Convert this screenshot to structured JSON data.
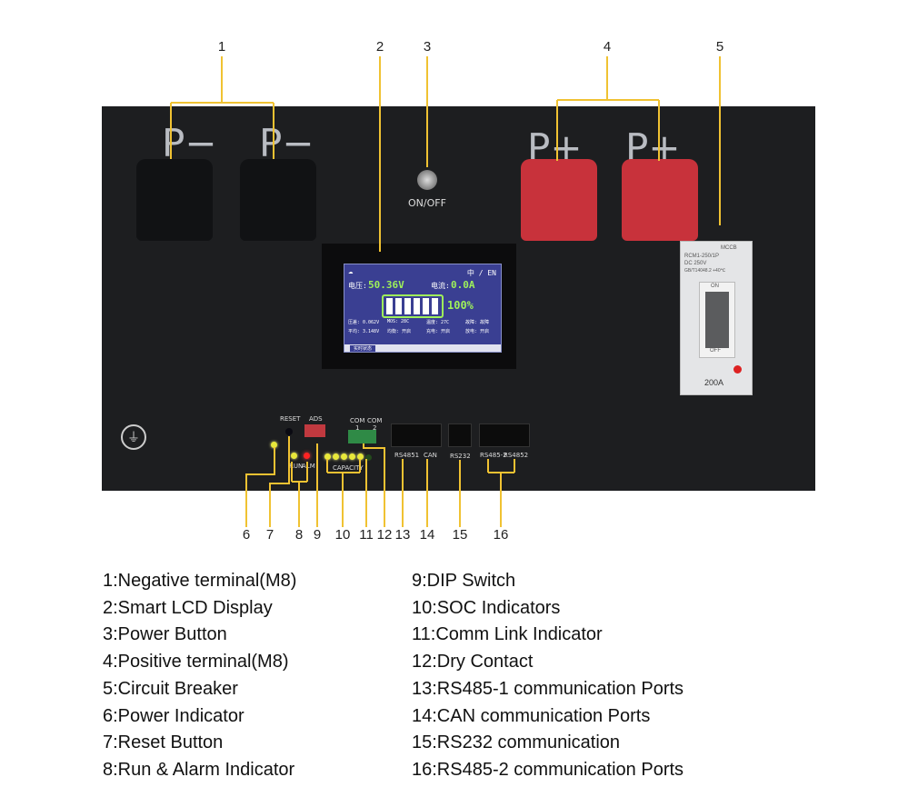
{
  "callouts_top": [
    "1",
    "2",
    "3",
    "4",
    "5"
  ],
  "callouts_bottom": [
    "6",
    "7",
    "8",
    "9",
    "10",
    "11",
    "12",
    "13",
    "14",
    "15",
    "16"
  ],
  "panel": {
    "neg_label": "P−",
    "pos_label": "P+",
    "power_label": "ON/OFF",
    "reset": "RESET",
    "ads": "ADS",
    "com1": "COM\n1",
    "com2": "COM\n2",
    "run": "RUN",
    "alm": "ALM",
    "capacity": "CAPACITY",
    "rs4851": "RS4851",
    "can": "CAN",
    "rs232": "RS232",
    "rs4852a": "RS485-2",
    "rs4852b": "RS4852",
    "breaker": {
      "brand": "MCCB",
      "model": "RCM1-250/1P",
      "dc": "DC 250V",
      "std": "GB/T14048.2  +40℃",
      "on": "ON",
      "off": "OFF",
      "rating": "200A"
    }
  },
  "lcd": {
    "lang": "中 / EN",
    "voltage_label": "电压:",
    "voltage": "50.36V",
    "current_label": "电流:",
    "current": "0.0A",
    "soc": "100%",
    "r1": [
      "压差: 0.062V",
      "MOS: 28C",
      "温度: 27C",
      "故障: 故障"
    ],
    "r2": [
      "平均: 3.148V",
      "均衡: 开启",
      "充电: 开启",
      "放电: 开启"
    ],
    "tab": "实时状态",
    "battery_fraction": 1.0
  },
  "legend_left": [
    "1:Negative terminal(M8)",
    "2:Smart LCD Display",
    "3:Power Button",
    "4:Positive terminal(M8)",
    "5:Circuit Breaker",
    "6:Power Indicator",
    "7:Reset Button",
    "8:Run & Alarm Indicator"
  ],
  "legend_right": [
    "9:DIP Switch",
    "10:SOC Indicators",
    "11:Comm Link Indicator",
    "12:Dry Contact",
    "13:RS485-1 communication Ports",
    "14:CAN communication Ports",
    "15:RS232 communication",
    "16:RS485-2 communication Ports"
  ],
  "colors": {
    "callout": "#f0c232",
    "panel": "#1d1e20",
    "positive": "#c8323b",
    "lcd": "#3a3f92"
  }
}
